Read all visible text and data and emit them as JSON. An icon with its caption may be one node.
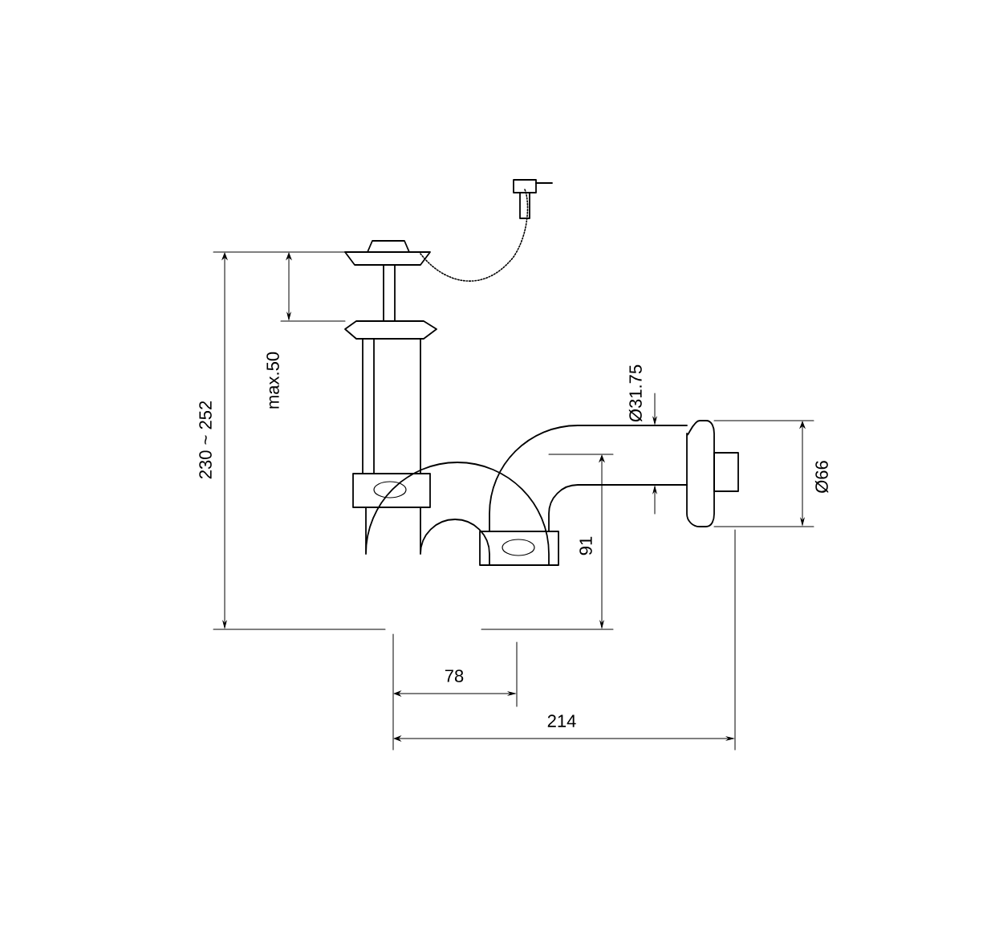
{
  "diagram": {
    "labels": [
      "230 ~ 252",
      "max.50",
      "Ø31.75",
      "Ø66",
      "91",
      "78",
      "214"
    ]
  }
}
